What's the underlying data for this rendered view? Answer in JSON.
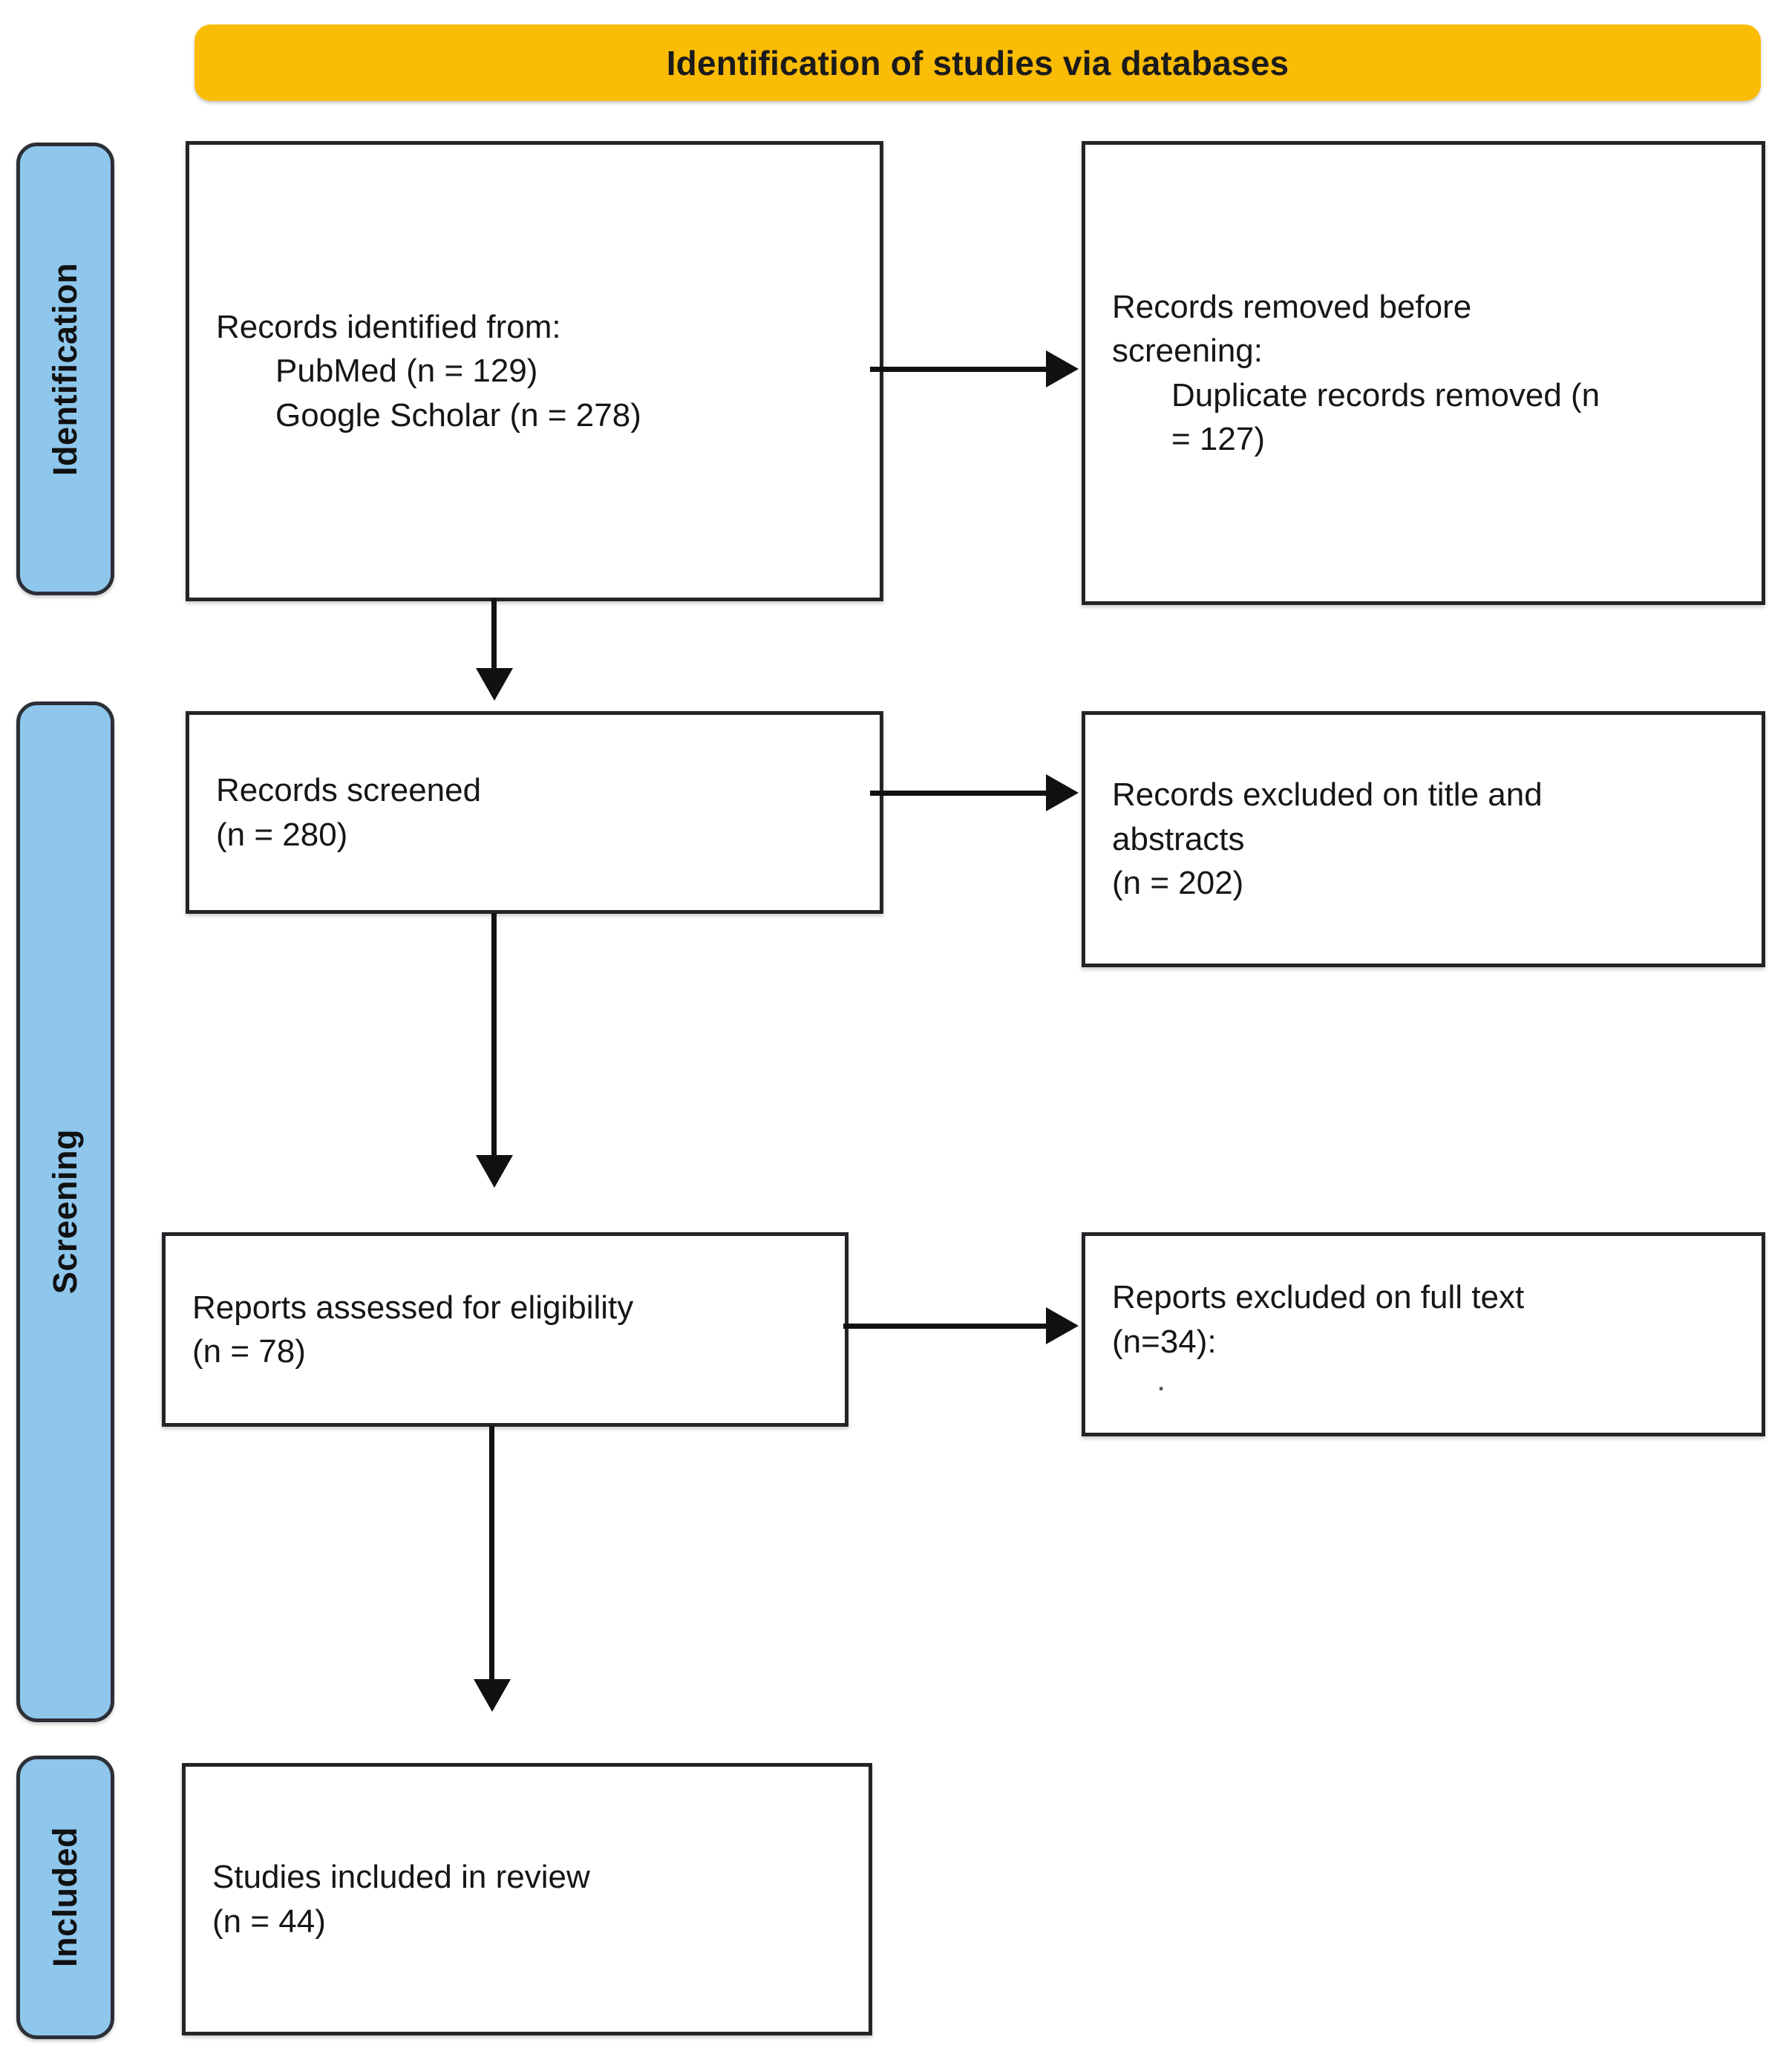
{
  "diagram": {
    "title": "Identification of studies via databases",
    "type": "PRISMA flow diagram",
    "colors": {
      "header_fill": "#FBBC05",
      "phase_pill_fill": "#8EC6EC",
      "border": "#222428",
      "text": "#161616"
    }
  },
  "phases": [
    {
      "id": "identification",
      "label": "Identification"
    },
    {
      "id": "screening",
      "label": "Screening"
    },
    {
      "id": "included",
      "label": "Included"
    }
  ],
  "boxes": {
    "records_identified": {
      "lead": "Records identified from:",
      "sources": [
        "PubMed (n = 129)",
        "Google Scholar (n = 278)"
      ]
    },
    "records_removed": {
      "lead_line1": "Records removed before",
      "lead_line2": "screening:",
      "detail_line1": "Duplicate records removed (n",
      "detail_line2": "= 127)"
    },
    "records_screened": {
      "line1": "Records screened",
      "line2": "(n = 280)"
    },
    "records_excluded": {
      "line1": "Records excluded on title and",
      "line2": "abstracts",
      "line3": "(n = 202)"
    },
    "reports_assessed": {
      "line1": "Reports assessed for eligibility",
      "line2": "(n = 78)"
    },
    "reports_excluded": {
      "line1": "Reports excluded on full text",
      "line2": "(n=34):",
      "line3": "."
    },
    "studies_included": {
      "line1": "Studies included in review",
      "line2": "(n = 44)"
    }
  },
  "counts": {
    "pubmed": 129,
    "google_scholar": 278,
    "duplicates_removed": 127,
    "records_screened": 280,
    "records_excluded_title_abstract": 202,
    "reports_assessed": 78,
    "reports_excluded_full_text": 34,
    "studies_included": 44
  }
}
